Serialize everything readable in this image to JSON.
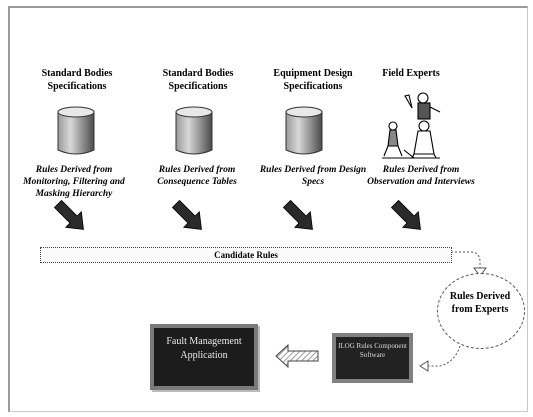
{
  "sources": [
    {
      "title": "Standard Bodies Specifications",
      "rules": "Rules Derived from Monitoring, Filtering and Masking Hierarchy",
      "icon": "database-icon"
    },
    {
      "title": "Standard Bodies Specifications",
      "rules": "Rules Derived from Consequence Tables",
      "icon": "database-icon"
    },
    {
      "title": "Equipment Design Specifications",
      "rules": "Rules Derived from Design Specs",
      "icon": "database-icon"
    },
    {
      "title": "Field Experts",
      "rules": "Rules Derived from Observation and Interviews",
      "icon": "field-experts-clipart-icon"
    }
  ],
  "candidate_rules": "Candidate Rules",
  "experts_rules": "Rules Derived from Experts",
  "fault_management": "Fault Management Application",
  "ilog": "ILOG Rules Component Software",
  "colors": {
    "box_fill": "#1c1c1c",
    "box_border": "#7a7a7a",
    "arrow_fill": "#2a2a2a"
  }
}
